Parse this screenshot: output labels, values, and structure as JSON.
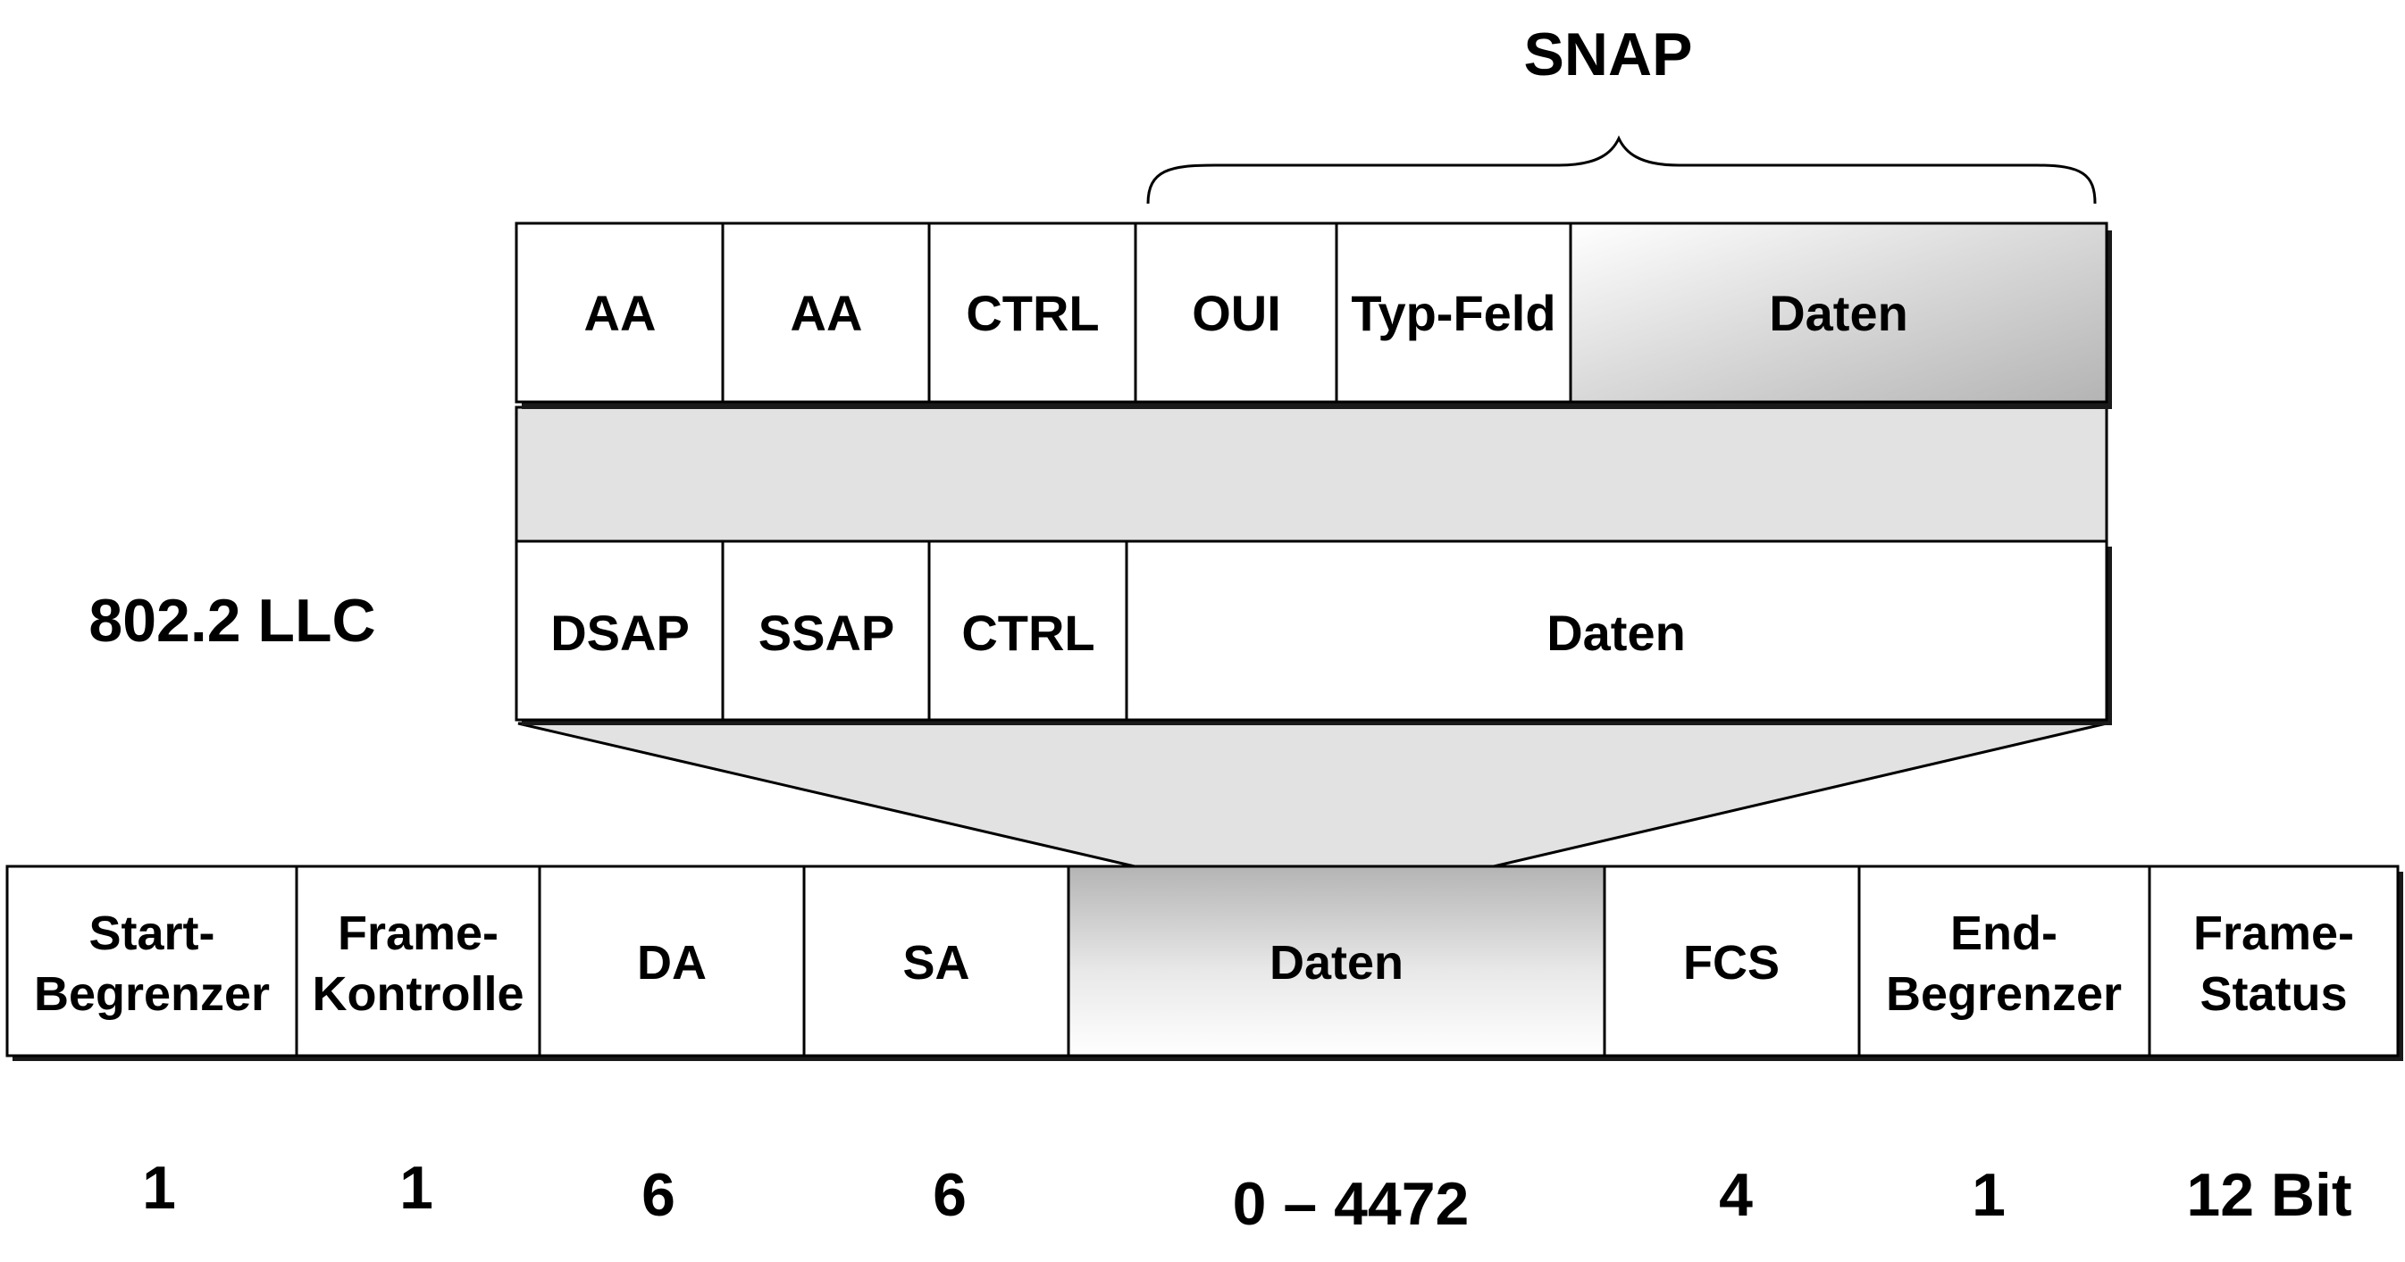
{
  "snap": {
    "title": "SNAP",
    "fields": [
      "AA",
      "AA",
      "CTRL",
      "OUI",
      "Typ-Feld",
      "Daten"
    ]
  },
  "llc": {
    "title": "802.2 LLC",
    "fields": [
      "DSAP",
      "SSAP",
      "CTRL",
      "Daten"
    ]
  },
  "frame": {
    "fields": [
      {
        "line1": "Start-",
        "line2": "Begrenzer",
        "size": "1"
      },
      {
        "line1": "Frame-",
        "line2": "Kontrolle",
        "size": "1"
      },
      {
        "line1": "DA",
        "line2": "",
        "size": "6"
      },
      {
        "line1": "SA",
        "line2": "",
        "size": "6"
      },
      {
        "line1": "Daten",
        "line2": "",
        "size": "0 – 4472"
      },
      {
        "line1": "FCS",
        "line2": "",
        "size": "4"
      },
      {
        "line1": "End-",
        "line2": "Begrenzer",
        "size": "1"
      },
      {
        "line1": "Frame-",
        "line2": "Status",
        "size": "12 Bit"
      }
    ]
  },
  "colors": {
    "shade": "#e2e2e2",
    "gradient_dark": "#b8b8b8",
    "line": "#000000",
    "shadow": "#1a1a1a"
  }
}
